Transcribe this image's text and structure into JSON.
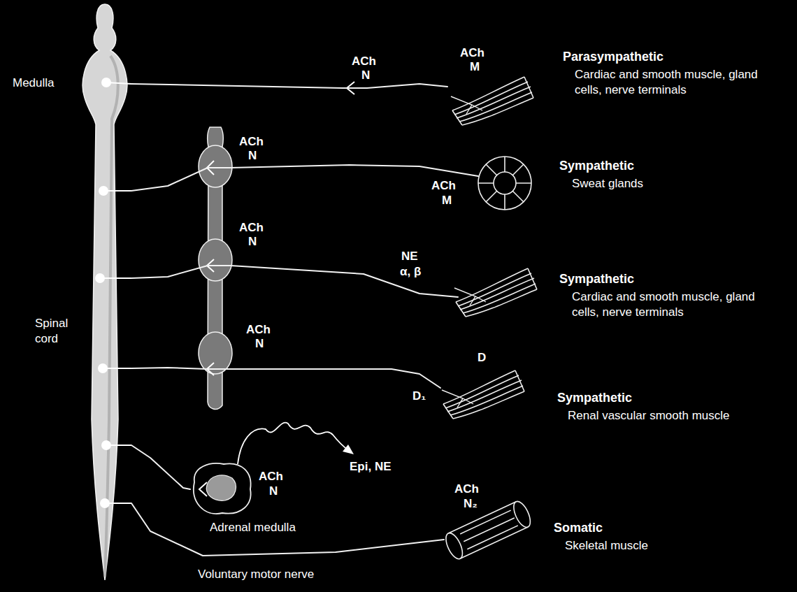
{
  "diagram": {
    "nodes": [
      {
        "text": [
          "Medulla",
          "Spinal cord"
        ]
      },
      {
        "text": [
          "Parasympathetic",
          "Cardiac and smooth muscle, gland cells, nerve terminals"
        ]
      },
      {
        "text": [
          "Sympathetic",
          "Sweat glands"
        ]
      },
      {
        "text": [
          "Sympathetic",
          "Cardiac and smooth muscle, gland cells, nerve terminals"
        ]
      },
      {
        "text": [
          "Sympathetic",
          "Renal vascular smooth muscle"
        ]
      },
      {
        "text": [
          "Adrenal medulla"
        ]
      },
      {
        "text": [
          "Somatic",
          "Skeletal muscle"
        ]
      }
    ],
    "edges": [
      {
        "from": 0,
        "to": 1,
        "arrow": "none"
      },
      {
        "from": 0,
        "to": 2,
        "arrow": "none"
      },
      {
        "from": 0,
        "to": 3,
        "arrow": "none"
      },
      {
        "from": 0,
        "to": 4,
        "arrow": "none"
      },
      {
        "from": 0,
        "to": 5,
        "arrow": "none"
      },
      {
        "from": 0,
        "to": 6,
        "arrow": "none"
      }
    ],
    "labels": [
      "ACh",
      "N",
      "ACh",
      "M",
      "ACh",
      "N",
      "ACh",
      "M",
      "ACh",
      "N",
      "NE",
      "α, β",
      "ACh",
      "N",
      "D",
      "D₁",
      "ACh",
      "N",
      "Epi, NE",
      "ACh",
      "N₂",
      "Voluntary motor nerve"
    ]
  }
}
